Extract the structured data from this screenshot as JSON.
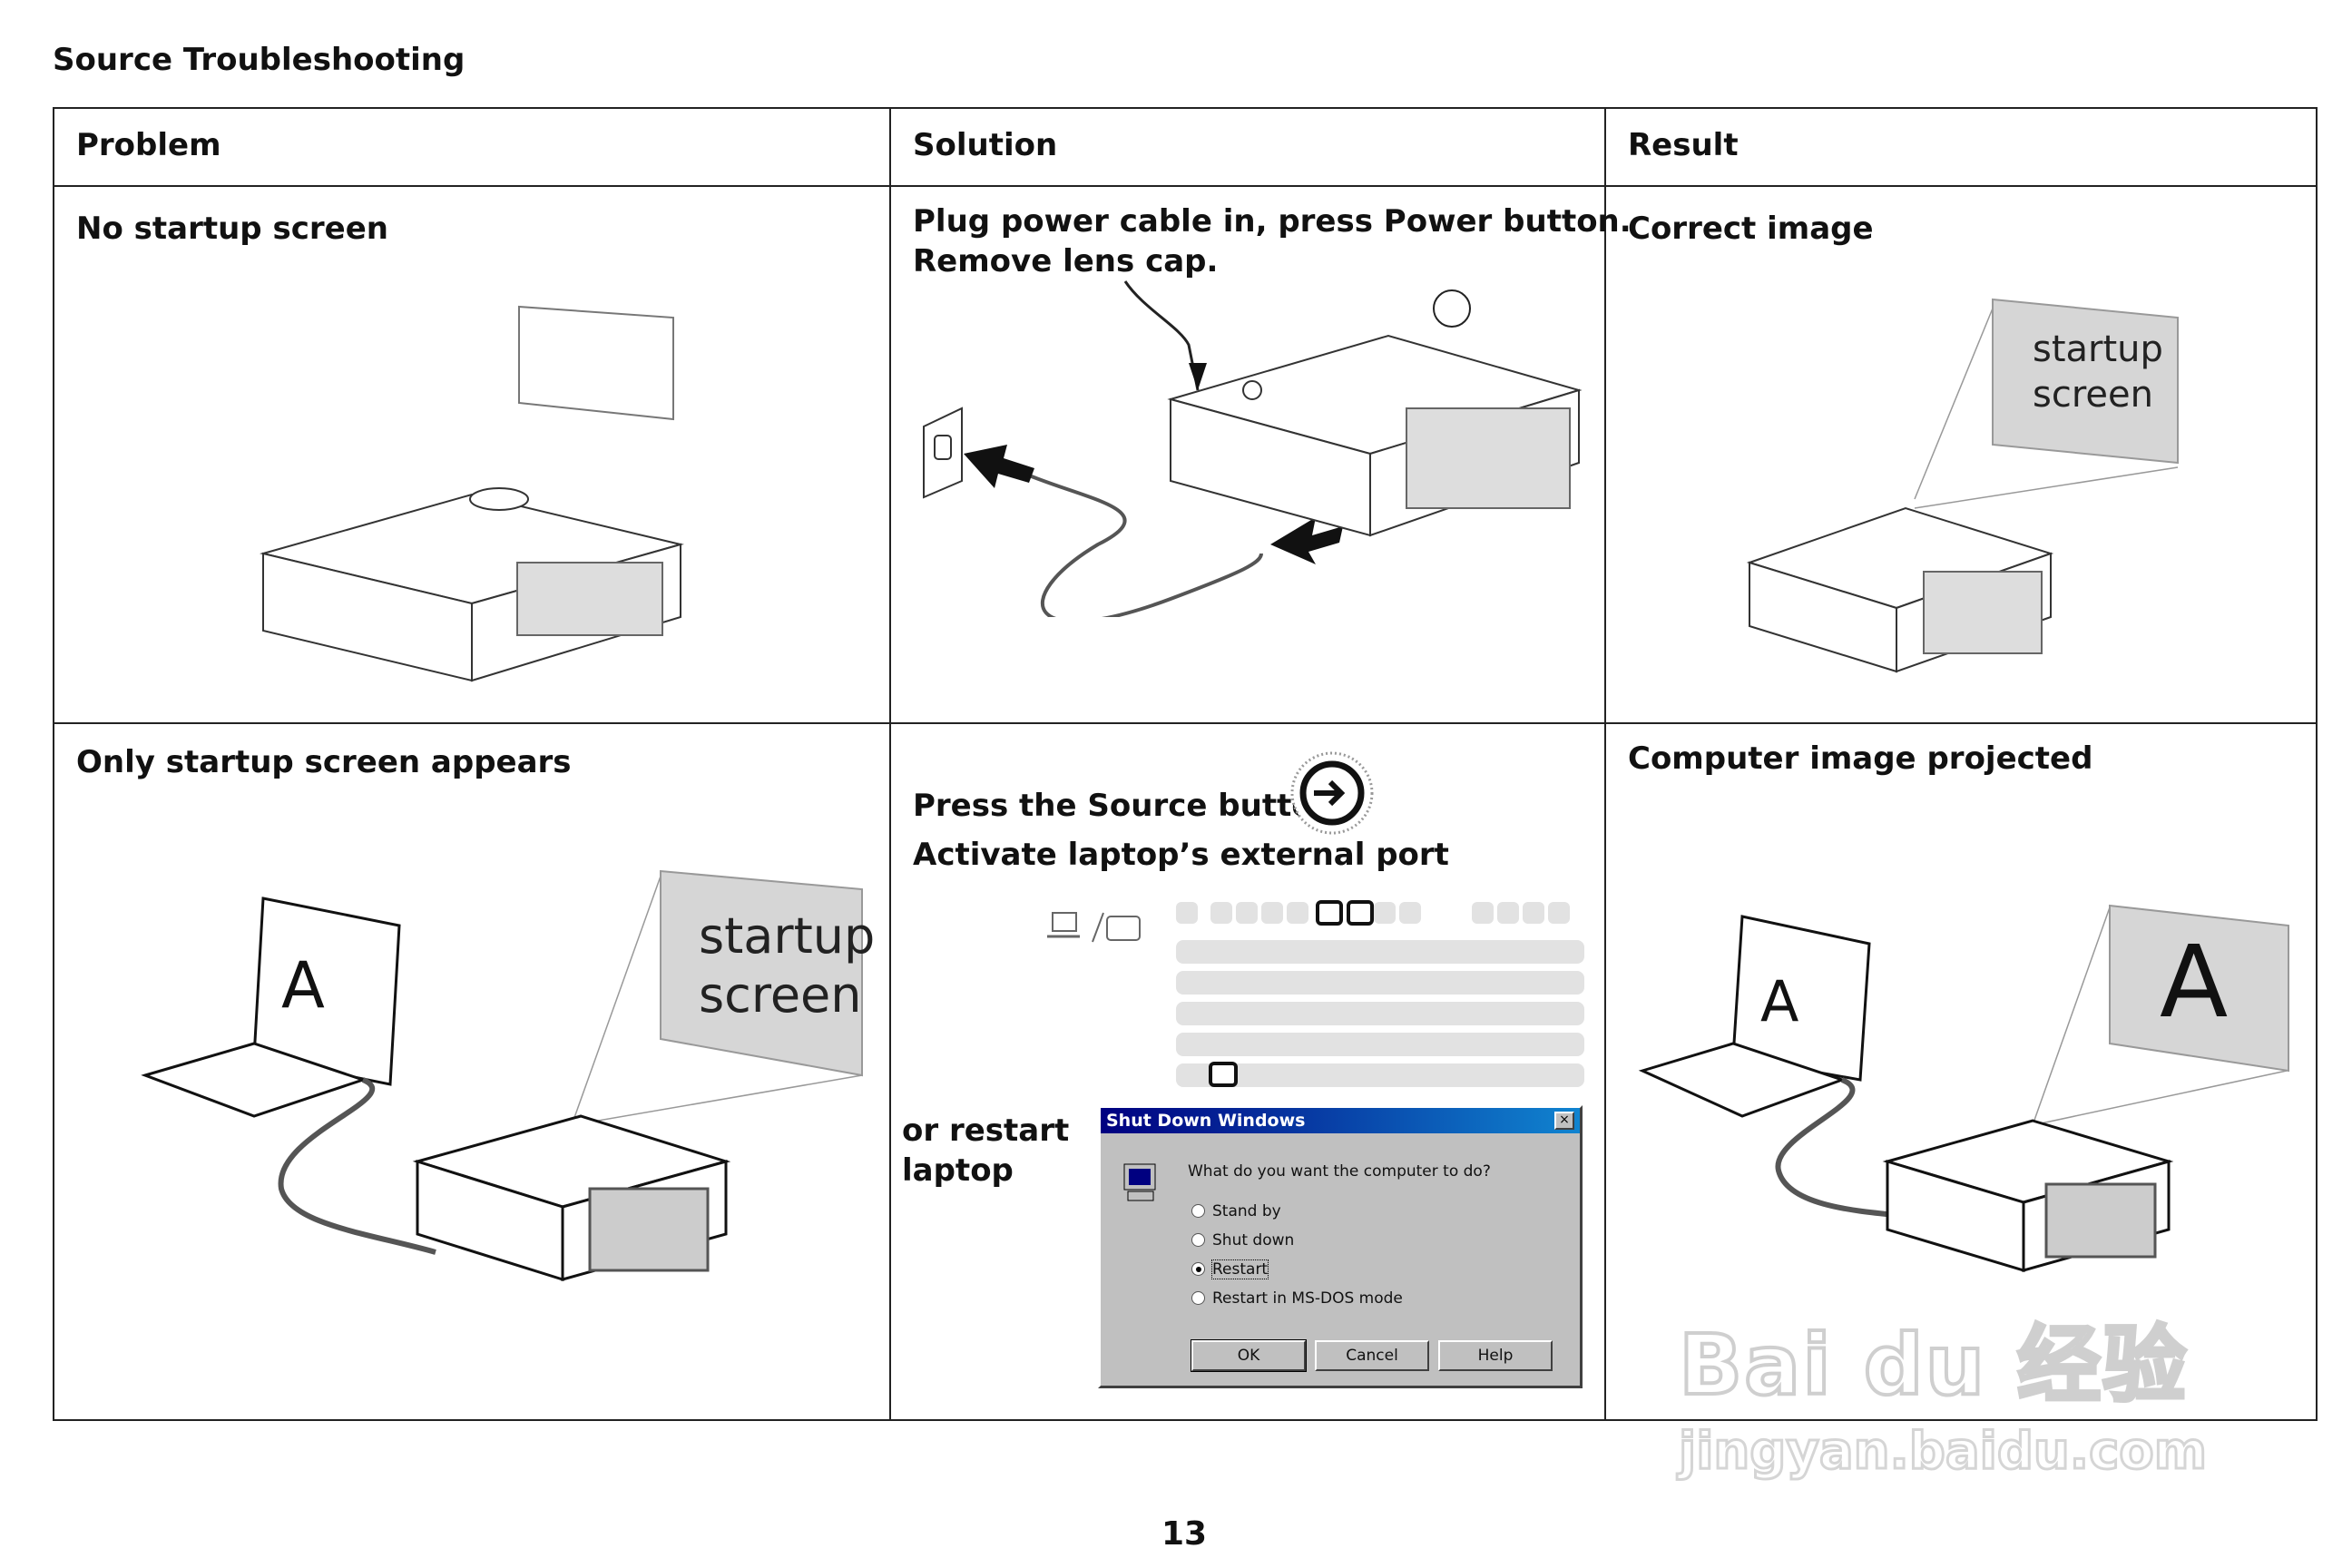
{
  "page": {
    "title": "Source Troubleshooting",
    "page_number": "13"
  },
  "table": {
    "headers": [
      "Problem",
      "Solution",
      "Result"
    ],
    "rows": [
      {
        "problem": "No startup screen",
        "solution_lines": [
          "Plug power cable in, press Power button.",
          "Remove lens cap."
        ],
        "result": "Correct image",
        "result_screen_label": "startup screen"
      },
      {
        "problem": "Only startup screen appears",
        "problem_screen_label": "startup screen",
        "problem_laptop_letter": "A",
        "solution_lines": [
          "Press the Source button",
          "Activate laptop’s external port"
        ],
        "solution_alt": "or restart laptop",
        "result": "Computer image projected",
        "result_laptop_letter": "A",
        "result_screen_letter": "A"
      }
    ]
  },
  "dialog": {
    "title": "Shut Down Windows",
    "close": "×",
    "question": "What do you want the computer to do?",
    "options": [
      "Stand by",
      "Shut down",
      "Restart",
      "Restart in MS-DOS mode"
    ],
    "selected": "Restart",
    "buttons": {
      "ok": "OK",
      "cancel": "Cancel",
      "help": "Help"
    }
  },
  "watermark": {
    "brand": "Bai du 经验",
    "url": "jingyan.baidu.com"
  },
  "icons": [
    "projector-icon",
    "power-outlet-icon",
    "source-button-icon",
    "laptop-icon",
    "keyboard-icon",
    "computer-icon"
  ]
}
